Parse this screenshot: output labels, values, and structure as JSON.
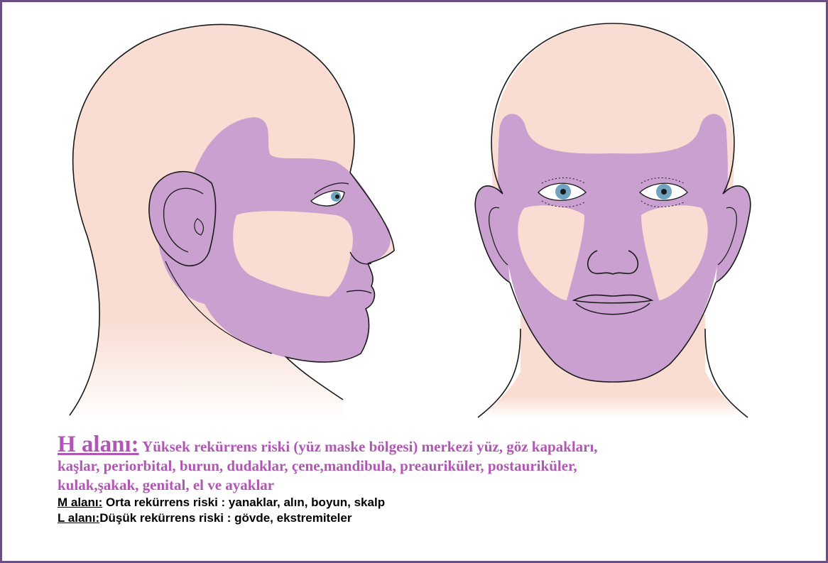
{
  "colors": {
    "frame": "#6a4f84",
    "skin": "#f9ddd3",
    "h_zone": "#c9a0d0",
    "outline": "#1a1a1a",
    "h_text": "#b056b4",
    "iris": "#6fa3c0"
  },
  "legend": {
    "h": {
      "title": "H alanı:",
      "lines": [
        " Yüksek rekürrens riski (yüz maske bölgesi) merkezi yüz, göz kapakları,",
        "kaşlar, periorbital, burun, dudaklar, çene,mandibula, preauriküler, postauriküler,",
        "kulak,şakak, genital, el ve ayaklar"
      ]
    },
    "m": {
      "title": "M alanı:",
      "text": " Orta rekürrens riski : yanaklar, alın, boyun, skalp"
    },
    "l": {
      "title": "L alanı:",
      "text": "Düşük rekürrens riski : gövde, ekstremiteler"
    }
  }
}
